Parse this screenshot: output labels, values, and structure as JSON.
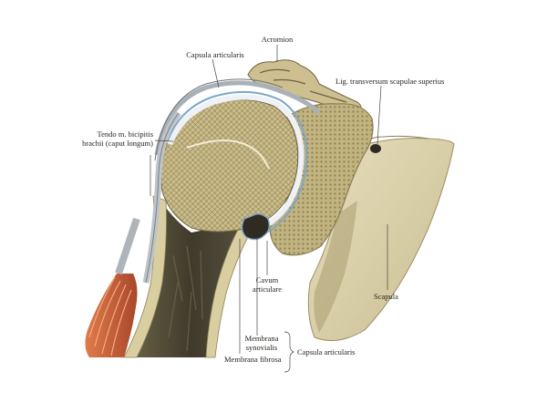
{
  "labels": {
    "acromion": "Acromion",
    "capsula_top": "Capsula articularis",
    "lig_transversum": "Lig. transversum scapulae superius",
    "tendo_line1": "Tendo m. bicipitis",
    "tendo_line2": "brachii (caput longum)",
    "cavum_line1": "Cavum",
    "cavum_line2": "articulare",
    "scapula": "Scapula",
    "membrana_synovialis_line1": "Membrana",
    "membrana_synovialis_line2": "synovialis",
    "membrana_fibrosa": "Membrana fibrosa",
    "capsula_bracket": "Capsula articularis"
  },
  "colors": {
    "background": "#ffffff",
    "bone_cortex": "#d9cfa0",
    "cancellous": "#b9ab78",
    "cartilage": "#e9eef4",
    "synovial_blue": "#7fa6c9",
    "capsule": "#a9b0b6",
    "muscle": "#c8683a",
    "shadow": "#3e3a2e",
    "label_text": "#2a2622",
    "leader_line": "#4a4640"
  }
}
